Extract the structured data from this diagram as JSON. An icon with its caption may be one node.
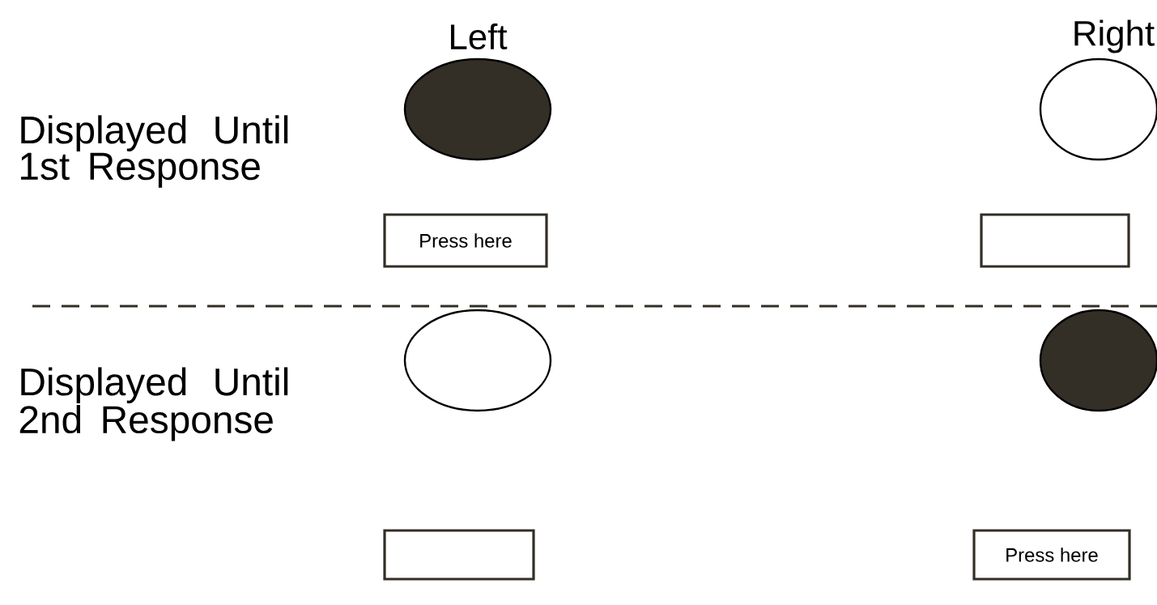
{
  "diagram": {
    "nodes": [
      {
        "text": [],
        "shape": "disc"
      },
      {
        "text": [],
        "shape": "ellipse"
      },
      {
        "text": [
          "Press here"
        ]
      },
      {
        "text": [],
        "shape": "box"
      },
      {
        "text": [],
        "shape": "ellipse"
      },
      {
        "text": [],
        "shape": "disc"
      },
      {
        "text": [],
        "shape": "box"
      },
      {
        "text": [
          "Press here"
        ]
      }
    ],
    "labels": [
      "Left",
      "Right",
      "Displayed Until 1st Response",
      "Displayed Until 2nd Response"
    ]
  }
}
